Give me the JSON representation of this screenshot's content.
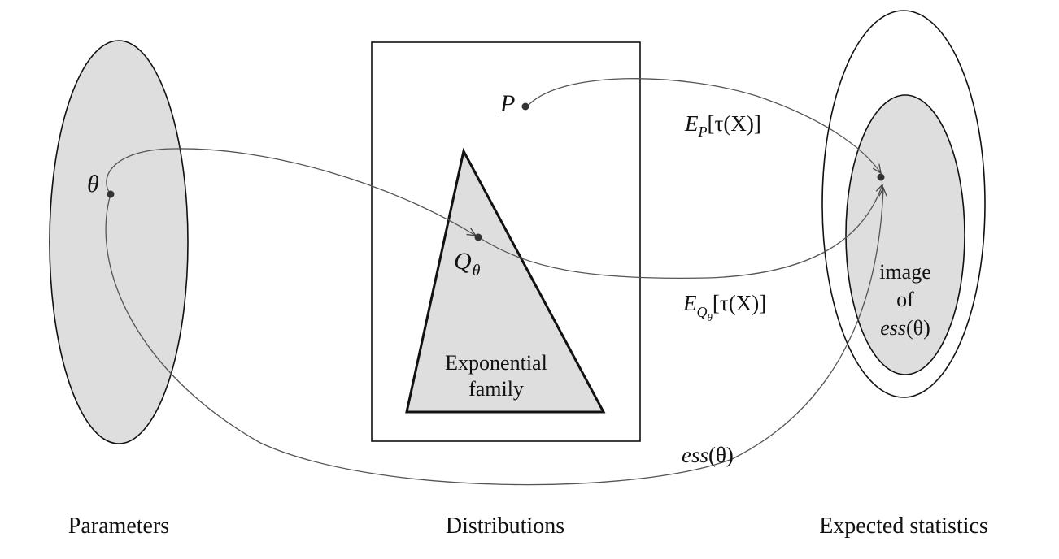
{
  "columns": {
    "parameters": "Parameters",
    "distributions": "Distributions",
    "expected_statistics": "Expected statistics"
  },
  "nodes": {
    "theta": "θ",
    "p": "P",
    "q_main": "Q",
    "q_sub": "θ"
  },
  "regions": {
    "exponential_family_line1": "Exponential",
    "exponential_family_line2": "family",
    "image_line1": "image",
    "image_line2": "of",
    "image_line3_func": "ess",
    "image_line3_arg": "(θ)"
  },
  "edge_labels": {
    "ep_E": "E",
    "ep_sub": "P",
    "ep_rest": "[τ(X)]",
    "eq_E": "E",
    "eq_sub": "Q",
    "eq_subsub": "θ",
    "eq_rest": "[τ(X)]",
    "ess_func": "ess",
    "ess_arg": "(θ)"
  },
  "colors": {
    "region_fill": "#dedede",
    "stroke": "#111111",
    "edge": "#555555"
  }
}
